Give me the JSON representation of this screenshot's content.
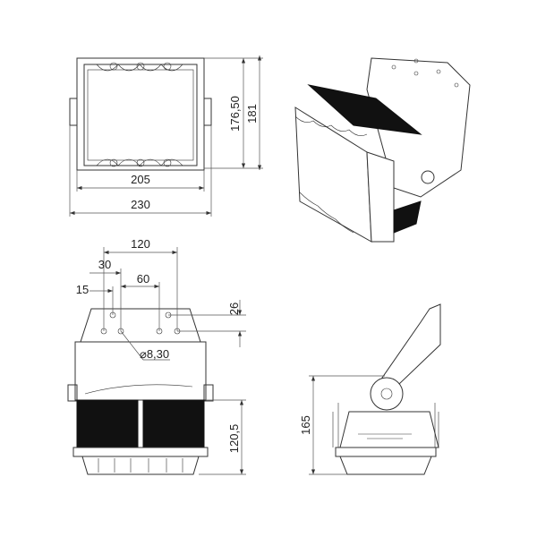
{
  "front_view": {
    "dim_width_inner": "205",
    "dim_width_outer": "230",
    "dim_height_inner": "176,50",
    "dim_height_outer": "181"
  },
  "mount_view": {
    "dim_hole_span": "120",
    "dim_hole_30": "30",
    "dim_hole_60": "60",
    "dim_hole_15": "15",
    "dim_hole_vertical": "26",
    "dim_hole_diameter": "⌀8,30",
    "dim_body_height": "120,5"
  },
  "side_view": {
    "dim_height": "165"
  },
  "colors": {
    "line": "#333333",
    "fill": "#111111",
    "background": "#ffffff"
  }
}
